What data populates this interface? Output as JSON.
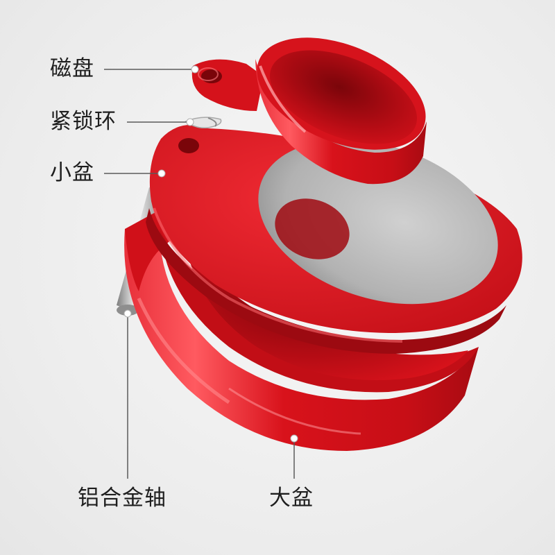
{
  "labels": {
    "magnetic_disc": "磁盘",
    "lock_ring": "紧锁环",
    "small_bowl": "小盆",
    "aluminum_shaft": "铝合金轴",
    "large_bowl": "大盆"
  },
  "colors": {
    "product_red": "#d8121b",
    "shadow_red": "#9a0a10",
    "inner_grey": "#b4b4b4",
    "leader_line": "#5a5a5a",
    "label_text": "#1e1e1e",
    "background": "#efefef"
  }
}
